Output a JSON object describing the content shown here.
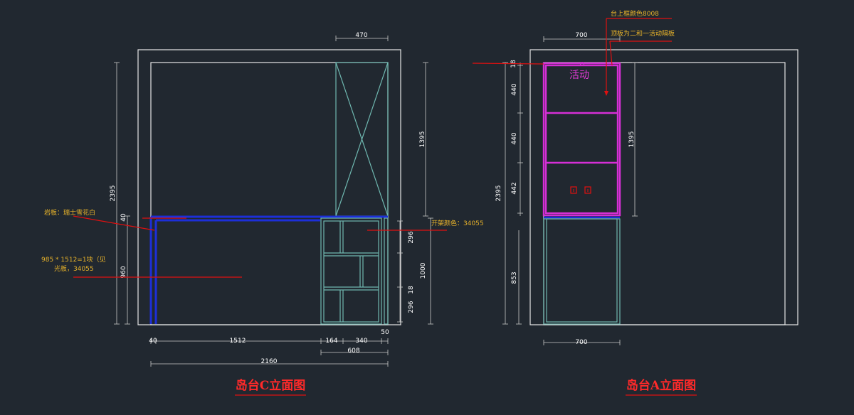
{
  "elevation_c": {
    "title": "岛台C立面图",
    "dims": {
      "top_width": "470",
      "total_height": "2395",
      "upper_height": "1395",
      "counter_thickness": "40",
      "lower_height": "960",
      "right_total": "1000",
      "shelf_upper": "296",
      "shelf_gap": "18",
      "shelf_lower": "296",
      "bottom_left": "40",
      "bottom_main": "1512",
      "bottom_164": "164",
      "bottom_340": "340",
      "bottom_50": "50",
      "bottom_608": "608",
      "overall_width": "2160"
    },
    "notes": {
      "countertop": "岩板：瑞士雪花白",
      "panel_line1": "985 * 1512=1块（见",
      "panel_line2": "光板，34055",
      "shelf_color": "开架颜色：34055"
    }
  },
  "elevation_a": {
    "title": "岛台A立面图",
    "dims": {
      "top_width": "700",
      "top_18": "18",
      "shelf_440_a": "440",
      "shelf_440_b": "440",
      "shelf_442": "442",
      "total_height": "2395",
      "upper_height": "1395",
      "lower_height": "853",
      "bottom_width": "700"
    },
    "notes": {
      "frame_color": "台上框颜色8008",
      "top_board": "顶板为二和一活动隔板",
      "movable": "活动"
    }
  },
  "colors": {
    "background": "#212830",
    "outline": "#e6e6e6",
    "cabinet": "#6fb8b0",
    "counter": "#1d2fd8",
    "frame": "#d62fd6",
    "leader": "#e01010",
    "annotation": "#e8b32a",
    "title": "#ff2a2a"
  }
}
